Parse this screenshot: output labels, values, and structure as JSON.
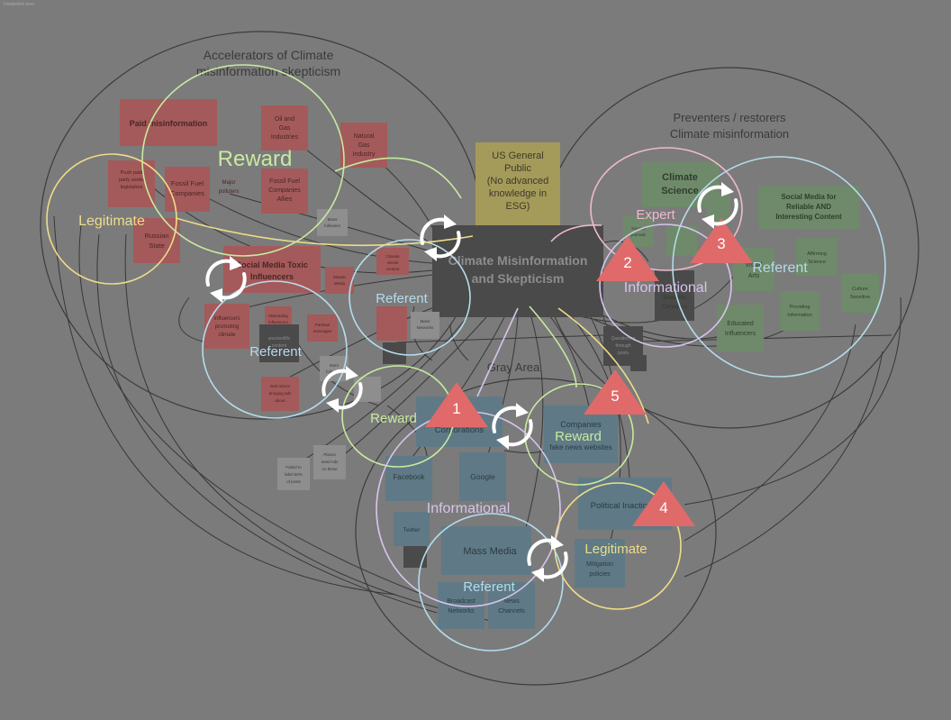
{
  "top_label": "Unlabeled area",
  "center": {
    "line1": "Climate Misinformation",
    "line2": "and Skepticism"
  },
  "public": {
    "l1": "US General",
    "l2": "Public",
    "l3": "(No advanced",
    "l4": "knowledge in",
    "l5": "ESG)"
  },
  "regions": {
    "accel_l1": "Accelerators of Climate",
    "accel_l2": "misinformation skepticism",
    "prev_l1": "Preventers / restorers",
    "prev_l2": "Climate misinformation",
    "gray": "Gray Area"
  },
  "red_boxes": [
    {
      "l1": "Paid misinformation",
      "l2": "",
      "l3": ""
    },
    {
      "l1": "Oil and",
      "l2": "Gas",
      "l3": "Industries"
    },
    {
      "l1": "Natural",
      "l2": "Gas",
      "l3": "Industry"
    },
    {
      "l1": "Push paid",
      "l2": "party seeks",
      "l3": "legislators"
    },
    {
      "l1": "Fossil Fuel",
      "l2": "Companies",
      "l3": ""
    },
    {
      "l1": "Major",
      "l2": "polluters",
      "l3": ""
    },
    {
      "l1": "Fossil Fuel",
      "l2": "Companies",
      "l3": "Allies"
    },
    {
      "l1": "Russian",
      "l2": "State",
      "l3": ""
    },
    {
      "l1": "Social Media Toxic",
      "l2": "Influencers",
      "l3": ""
    },
    {
      "l1": "Influencers",
      "l2": "promoting",
      "l3": "climate"
    },
    {
      "l1": "Misleading",
      "l2": "influencers",
      "l3": ""
    },
    {
      "l1": "Climate",
      "l2": "denial",
      "l3": "content"
    },
    {
      "l1": "Skeptic",
      "l2": "Media",
      "l3": ""
    },
    {
      "l1": "Partisan",
      "l2": "messages",
      "l3": ""
    },
    {
      "l1": "Bad actors",
      "l2": "bringing ads",
      "l3": "about"
    }
  ],
  "gray_boxes": [
    {
      "l1": "Mass",
      "l2": "followers",
      "l3": ""
    },
    {
      "l1": "Mass",
      "l2": "Networks",
      "l3": ""
    },
    {
      "l1": "Places",
      "l2": "need Ads",
      "l3": "on these"
    },
    {
      "l1": "Failed to",
      "l2": "label 50%",
      "l3": "of posts"
    },
    {
      "l1": "More",
      "l2": "followers",
      "l3": ""
    }
  ],
  "dark_boxes": [
    {
      "l1": "unscientific",
      "l2": "content",
      "l3": ""
    },
    {
      "l1": "Questioning",
      "l2": "through",
      "l3": "posts"
    }
  ],
  "green_boxes": [
    {
      "l1": "Climate",
      "l2": "Science",
      "l3": ""
    },
    {
      "l1": "Social Media for",
      "l2": "Reliable AND",
      "l3": "Interesting Content"
    },
    {
      "l1": "Science",
      "l2": "journals",
      "l3": ""
    },
    {
      "l1": "Affirming",
      "l2": "Science",
      "l3": ""
    },
    {
      "l1": "Visual",
      "l2": "Arts",
      "l3": ""
    },
    {
      "l1": "Culture",
      "l2": "Sensitive",
      "l3": ""
    },
    {
      "l1": "Scientific",
      "l2": "Concerns",
      "l3": ""
    },
    {
      "l1": "Providing",
      "l2": "Information",
      "l3": ""
    },
    {
      "l1": "Educated",
      "l2": "Influencers",
      "l3": ""
    }
  ],
  "blue_boxes": [
    {
      "l1": "Corporations",
      "l2": ""
    },
    {
      "l1": "Companies",
      "l2": "fake news websites"
    },
    {
      "l1": "Facebook",
      "l2": ""
    },
    {
      "l1": "Google",
      "l2": ""
    },
    {
      "l1": "Twitter",
      "l2": ""
    },
    {
      "l1": "Mass Media",
      "l2": ""
    },
    {
      "l1": "Political Inaction",
      "l2": ""
    },
    {
      "l1": "Mitigation",
      "l2": "policies"
    },
    {
      "l1": "Broadcast",
      "l2": "Networks"
    },
    {
      "l1": "News",
      "l2": "Channels"
    }
  ],
  "rings": {
    "reward_big": "Reward",
    "legitimate_left": "Legitimate",
    "referent_center": "Referent",
    "referent_left": "Referent",
    "reward_mid": "Reward",
    "reward_right": "Reward",
    "informational_bottom": "Informational",
    "referent_bottom": "Referent",
    "legitimate_bottom": "Legitimate",
    "expert": "Expert",
    "informational_right": "Informational",
    "referent_right": "Referent"
  },
  "triangles": [
    "1",
    "2",
    "3",
    "4",
    "5"
  ],
  "colors": {
    "background": "#7b7b7b",
    "red": "#a45a5a",
    "green": "#6f8a6a",
    "blue": "#5f7a86",
    "yellow": "#a49a5a",
    "dark": "#4a4a4a",
    "triangle": "#e06a6a",
    "ring_green": "#c8eaa0",
    "ring_yellow": "#eedd88",
    "ring_blue": "#b4dcec",
    "ring_purple": "#d8c4ec",
    "ring_pink": "#f0b8d0"
  }
}
